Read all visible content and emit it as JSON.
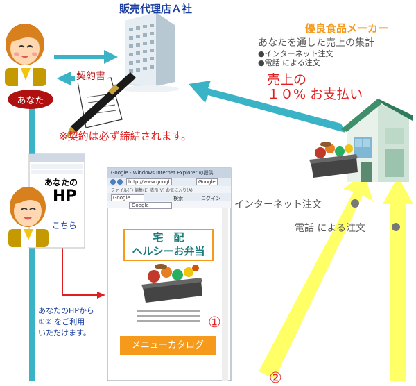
{
  "agency": {
    "title": "販売代理店Ａ社"
  },
  "maker": {
    "title": "優良食品メーカー",
    "summary": "あなたを通した売上の集計",
    "bullet1": "●インターネット注文",
    "bullet2": "●電話 による注文",
    "payout_line1": "売上の",
    "payout_line2": "１０% お支払い"
  },
  "you": {
    "badge": "あなた"
  },
  "contract": {
    "label": "契約書",
    "note": "※契約は必ず締結されます。"
  },
  "hp_card": {
    "line1": "あなたの",
    "line2": "HP",
    "link": "こちら"
  },
  "browser": {
    "title": "Google - Windows Internet Explorer の提供…",
    "menu": "ファイル(F)  編集(E)  表示(V)  お気に入り(A)",
    "address": "http://www.googl",
    "search_tab": "Google",
    "search_box": "Google",
    "page_tab": "Google",
    "btn_search": "検索",
    "btn_login": "ログイン",
    "bento_line1": "宅　配",
    "bento_line2": "ヘルシーお弁当",
    "catalog_btn": "メニューカタログ",
    "marker1": "①"
  },
  "usage_note": {
    "line1": "あなたのHPから",
    "line2": "①② をご利用",
    "line3": "いただけます。"
  },
  "orders": {
    "internet": "インターネット注文",
    "phone": "電話 による注文",
    "marker2": "②"
  },
  "colors": {
    "teal": "#3ab3c6",
    "red": "#e02020",
    "yellow": "#ffff66",
    "orange": "#f59a1a",
    "dark_red": "#b01010",
    "navy": "#1a3fa0",
    "blue": "#1a6fd0"
  }
}
